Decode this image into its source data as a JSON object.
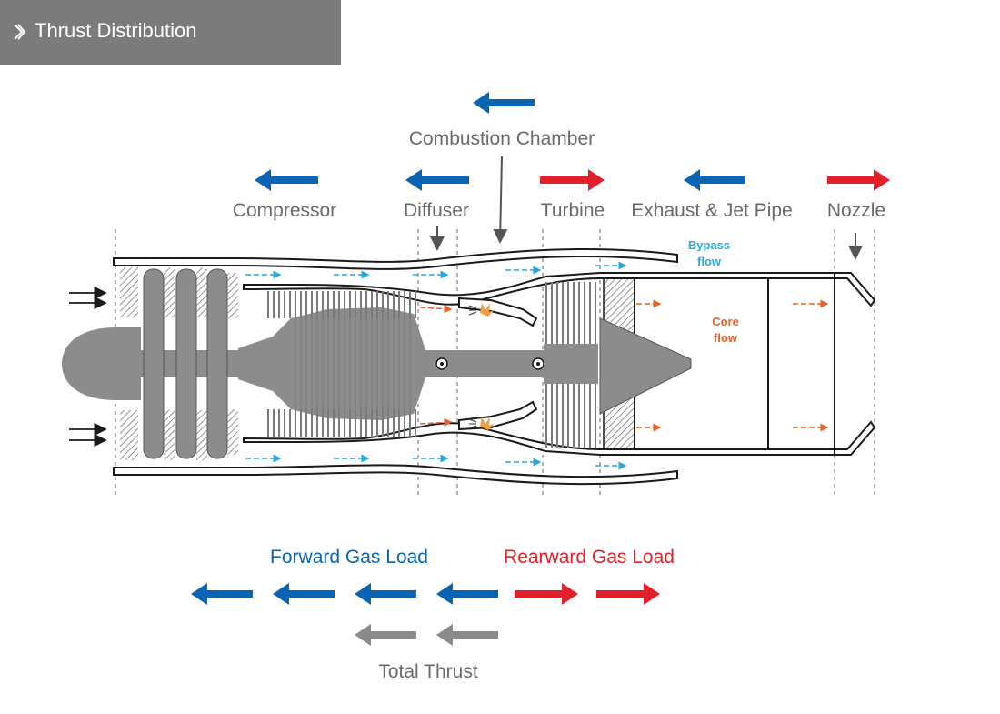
{
  "header": {
    "title": "Thrust Distribution"
  },
  "labels": {
    "combustion_chamber": "Combustion Chamber",
    "compressor": "Compressor",
    "diffuser": "Diffuser",
    "turbine": "Turbine",
    "exhaust_jet_pipe": "Exhaust & Jet Pipe",
    "nozzle": "Nozzle",
    "bypass_flow_1": "Bypass",
    "bypass_flow_2": "flow",
    "core_flow_1": "Core",
    "core_flow_2": "flow"
  },
  "legend": {
    "forward": "Forward Gas Load",
    "rearward": "Rearward Gas Load",
    "total": "Total Thrust"
  },
  "colors": {
    "forward": "#0a64b4",
    "rearward": "#e0202a",
    "total": "#8a8a8a",
    "bypass": "#2aa7dc",
    "core": "#e8602a",
    "structure": "#8c8c8c",
    "outline": "#1a1a1a",
    "header": "#7b7b7b"
  },
  "load_directions": {
    "combustion_chamber": "forward",
    "compressor": "forward",
    "diffuser": "forward",
    "turbine": "rearward",
    "exhaust_jet_pipe": "forward",
    "nozzle": "rearward"
  }
}
